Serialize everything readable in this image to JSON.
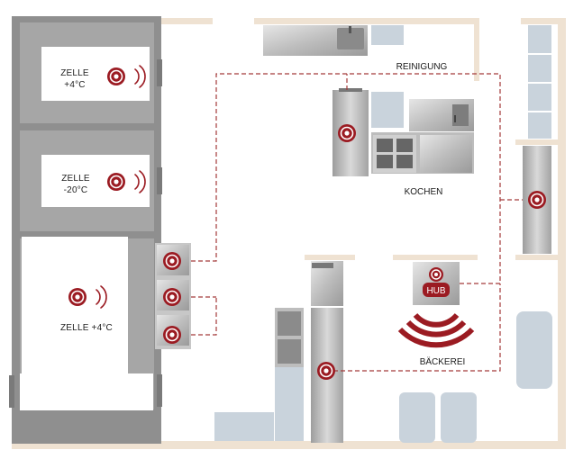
{
  "colors": {
    "wall": "#efe2d2",
    "freezer_gray": "#8c8c8c",
    "freezer_panel": "#a5a5a5",
    "steel_light": "#dcdcdc",
    "steel_mid": "#a8a8a8",
    "counter_blue": "#c9d3dc",
    "sensor_red": "#9b1b22",
    "connection_line": "#a33a3a"
  },
  "rooms": {
    "cell_top": {
      "line1": "ZELLE",
      "line2": "+4°C"
    },
    "cell_mid": {
      "line1": "ZELLE",
      "line2": "-20°C"
    },
    "cell_bottom": {
      "label": "ZELLE +4°C"
    },
    "cleaning": {
      "label": "REINIGUNG"
    },
    "cooking": {
      "label": "KOCHEN"
    },
    "bakery": {
      "label": "BÄCKEREI"
    }
  },
  "hub": {
    "label": "HUB"
  },
  "icons": {
    "sensor": "wireless-temperature-sensor-icon",
    "hub_signal": "broadcast-waves-icon"
  }
}
